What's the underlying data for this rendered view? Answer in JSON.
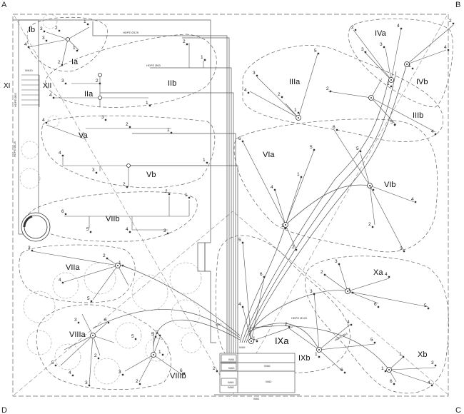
{
  "corners": [
    "A",
    "B",
    "C",
    "D"
  ],
  "zones": [
    "Ia",
    "Ib",
    "IIa",
    "IIb",
    "IIIa",
    "IIIb",
    "IVa",
    "IVb",
    "Va",
    "Vb",
    "VIa",
    "VIb",
    "VIIa",
    "VIIb",
    "VIIIa",
    "VIIIb",
    "IXa",
    "IXb",
    "Xa",
    "Xb",
    "XI",
    "XII"
  ],
  "pipes": [
    "HDPE Ø125",
    "HDPE Ø63",
    "HDPE Ø63",
    "HDPE Ø125",
    "HDPE Ø125",
    "HDPE Ø63"
  ],
  "valves": [
    "WA10",
    "WA7",
    "WA5",
    "WA4",
    "WA3",
    "WA9",
    "WA8",
    "WA2",
    "WA1",
    "WA6"
  ],
  "sprinkler_numbers": [
    "1",
    "2",
    "3",
    "4",
    "5",
    "6"
  ]
}
